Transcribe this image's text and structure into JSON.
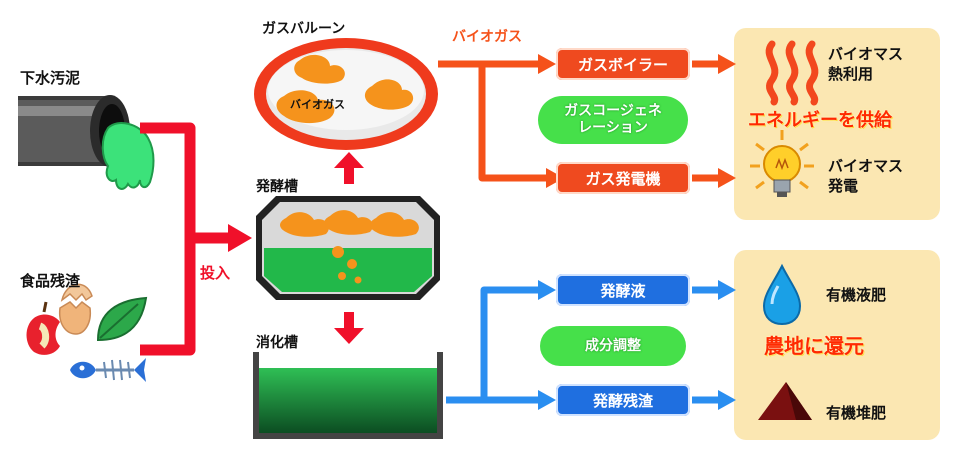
{
  "labels": {
    "sewage_sludge": "下水汚泥",
    "food_waste": "食品残渣",
    "input": "投入",
    "gas_balloon": "ガスバルーン",
    "biogas_inside": "バイオガス",
    "biogas": "バイオガス",
    "fermenter": "発酵槽",
    "digester": "消化槽"
  },
  "energy_path": {
    "boiler": "ガスボイラー",
    "cogeneration": "ガスコージェネ\nレーション",
    "generator": "ガス発電機",
    "heat_use": "バイオマス\n熱利用",
    "supply": "エネルギーを供給",
    "power": "バイオマス\n発電"
  },
  "farm_path": {
    "liquid": "発酵液",
    "adjust": "成分調整",
    "residue": "発酵残渣",
    "liquid_fert": "有機液肥",
    "return": "農地に還元",
    "compost": "有機堆肥"
  },
  "colors": {
    "red_arrow": "#f0102a",
    "orange": "#ef4a1f",
    "blue": "#1f6fe0",
    "green": "#46e04a",
    "panel": "#fbe7b2",
    "water_drop": "#1aa0e6",
    "compost": "#7a1010"
  },
  "icons": [
    "pipe-icon",
    "sludge-icon",
    "apple-core-icon",
    "egg-shell-icon",
    "leaf-icon",
    "fish-bone-icon",
    "heat-waves-icon",
    "light-bulb-icon",
    "water-drop-icon",
    "compost-mound-icon"
  ]
}
